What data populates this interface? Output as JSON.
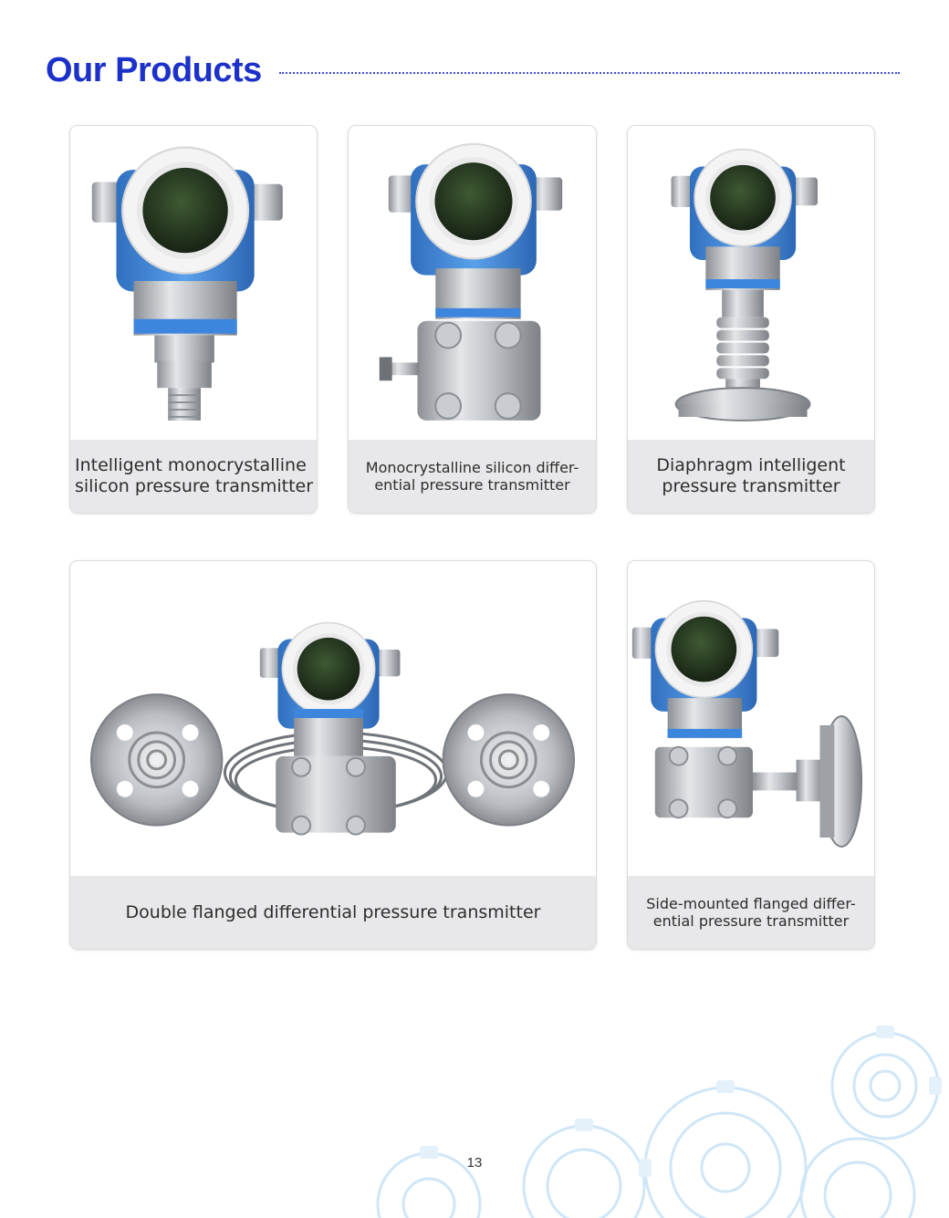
{
  "header": {
    "title": "Our Products"
  },
  "products": [
    {
      "caption_lines": [
        "Intelligent monocrystalline",
        "silicon pressure transmitter"
      ],
      "image_icon": "pressure-transmitter-icon"
    },
    {
      "caption_lines": [
        "Monocrystalline silicon differ-",
        "ential pressure transmitter"
      ],
      "image_icon": "differential-pressure-transmitter-icon"
    },
    {
      "caption_lines": [
        "Diaphragm intelligent",
        "pressure transmitter"
      ],
      "image_icon": "diaphragm-transmitter-icon"
    },
    {
      "caption_lines": [
        "Double flanged differential pressure transmitter"
      ],
      "image_icon": "double-flanged-transmitter-icon"
    },
    {
      "caption_lines": [
        "Side-mounted flanged differ-",
        "ential pressure transmitter"
      ],
      "image_icon": "side-mounted-flanged-transmitter-icon"
    }
  ],
  "footer": {
    "page_number": "13"
  },
  "colors": {
    "title": "#1c31c9",
    "housing_blue": "#3d86dd",
    "caption_bg": "#e8e8ea",
    "gear_outline": "#cfe6f7"
  }
}
